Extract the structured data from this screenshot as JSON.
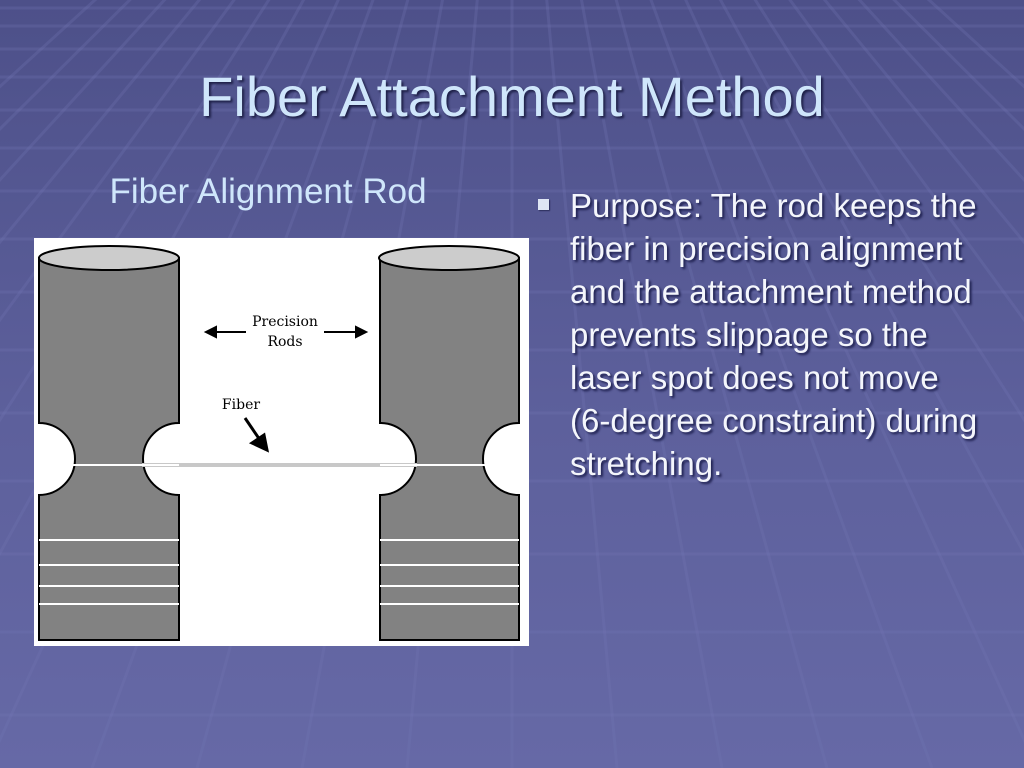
{
  "slide": {
    "title": "Fiber Attachment Method",
    "figure": {
      "caption": "Fiber Alignment Rod",
      "label_rods": [
        "Precision",
        "Rods"
      ],
      "label_fiber": "Fiber"
    },
    "bullets": [
      "Purpose: The rod keeps the fiber in precision alignment and the attachment method prevents slippage so the laser spot does not move (6-degree constraint) during stretching."
    ]
  },
  "colors": {
    "background": "#5a5d97",
    "title": "#cfe6fb",
    "body_text": "#f4f6fc",
    "rod_fill": "#828282"
  }
}
